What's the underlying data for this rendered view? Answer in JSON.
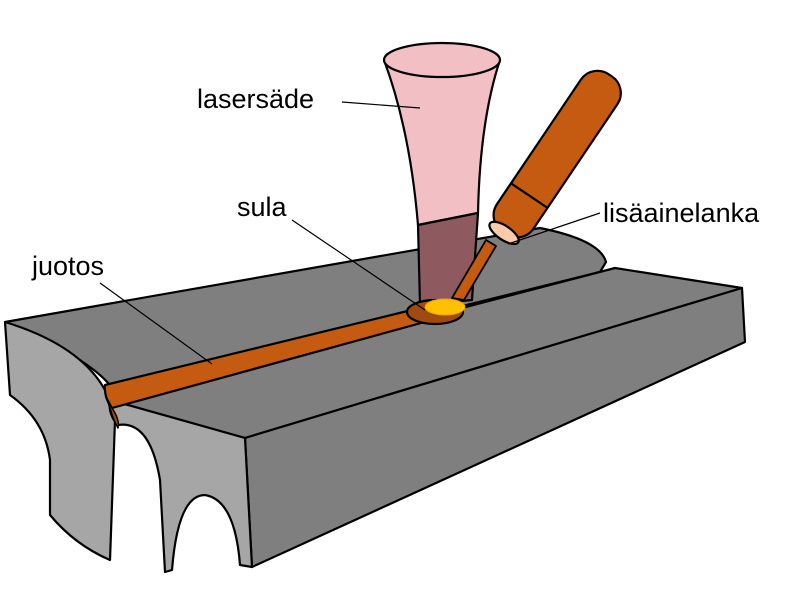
{
  "labels": {
    "laser": "lasersäde",
    "melt": "sula",
    "solder": "juotos",
    "wire": "lisäainelanka"
  },
  "colors": {
    "metal_top": "#7f7f7f",
    "metal_side": "#a6a6a6",
    "solder": "#c55a11",
    "laser": "#f2bfc4",
    "laser_dark": "#8e5a60",
    "melt": "#ffc000"
  }
}
